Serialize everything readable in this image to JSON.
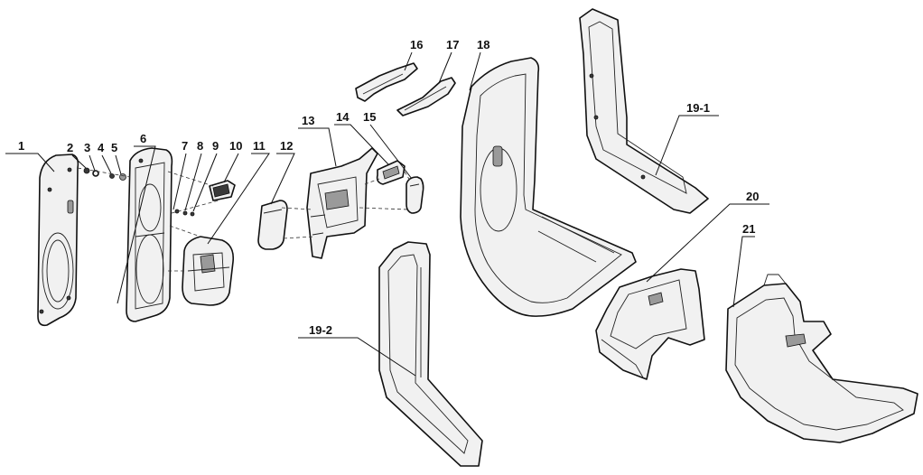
{
  "callouts": [
    {
      "id": "c1",
      "label": "1"
    },
    {
      "id": "c2",
      "label": "2"
    },
    {
      "id": "c3",
      "label": "3"
    },
    {
      "id": "c4",
      "label": "4"
    },
    {
      "id": "c5",
      "label": "5"
    },
    {
      "id": "c6",
      "label": "6"
    },
    {
      "id": "c7",
      "label": "7"
    },
    {
      "id": "c8",
      "label": "8"
    },
    {
      "id": "c9",
      "label": "9"
    },
    {
      "id": "c10",
      "label": "10"
    },
    {
      "id": "c11",
      "label": "11"
    },
    {
      "id": "c12",
      "label": "12"
    },
    {
      "id": "c13",
      "label": "13"
    },
    {
      "id": "c14",
      "label": "14"
    },
    {
      "id": "c15",
      "label": "15"
    },
    {
      "id": "c16",
      "label": "16"
    },
    {
      "id": "c17",
      "label": "17"
    },
    {
      "id": "c18",
      "label": "18"
    },
    {
      "id": "c19_1",
      "label": "19-1"
    },
    {
      "id": "c19_2",
      "label": "19-2"
    },
    {
      "id": "c20",
      "label": "20"
    },
    {
      "id": "c21",
      "label": "21"
    }
  ]
}
